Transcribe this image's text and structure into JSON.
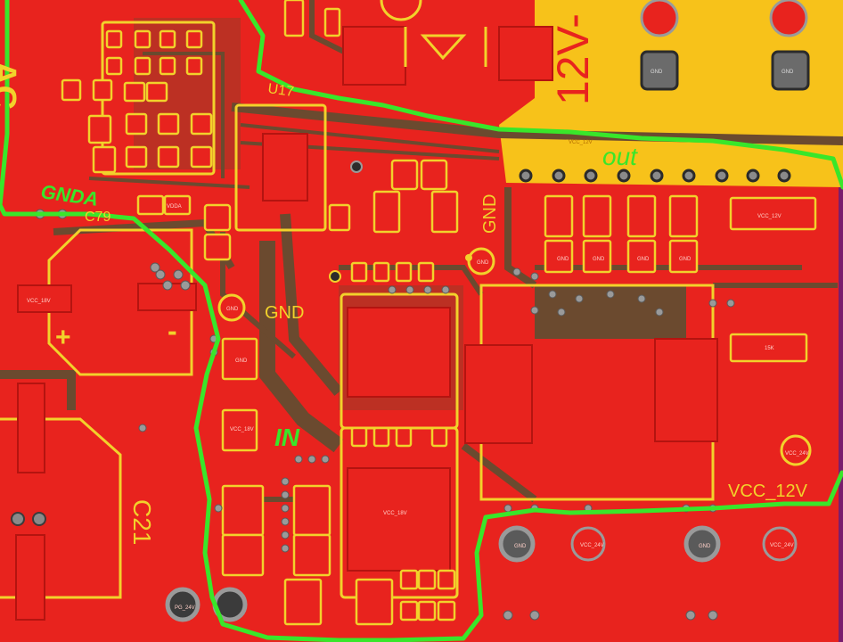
{
  "board": {
    "background_color": "#e8231e",
    "trace_color": "#6b4a2f",
    "silk_color": "#f2d22b",
    "annotation_color": "#39e62a",
    "copper_zone_color": "#f7c21a",
    "edge_color": "#7a1d6e"
  },
  "silkscreen": {
    "ac_label": "AC",
    "gnda_label": "GNDA",
    "c79_label": "C79",
    "u17_label": "U17",
    "gnd_label_1": "GND",
    "gnd_label_2": "GND",
    "in_label": "IN",
    "out_label": "out",
    "twelve_v_label": "12V-",
    "vcc_12v_label": "VCC_12V",
    "c21_label": "C21",
    "plus_label": "+",
    "minus_label": "-"
  },
  "pads": {
    "gnd": "GND",
    "vcc_12v": "VCC_12V",
    "vcc_24v": "VCC_24V",
    "vcc_18v": "VCC_18V",
    "vdda": "VDDA",
    "pg_24v": "PG_24V",
    "r15k": "15K"
  }
}
